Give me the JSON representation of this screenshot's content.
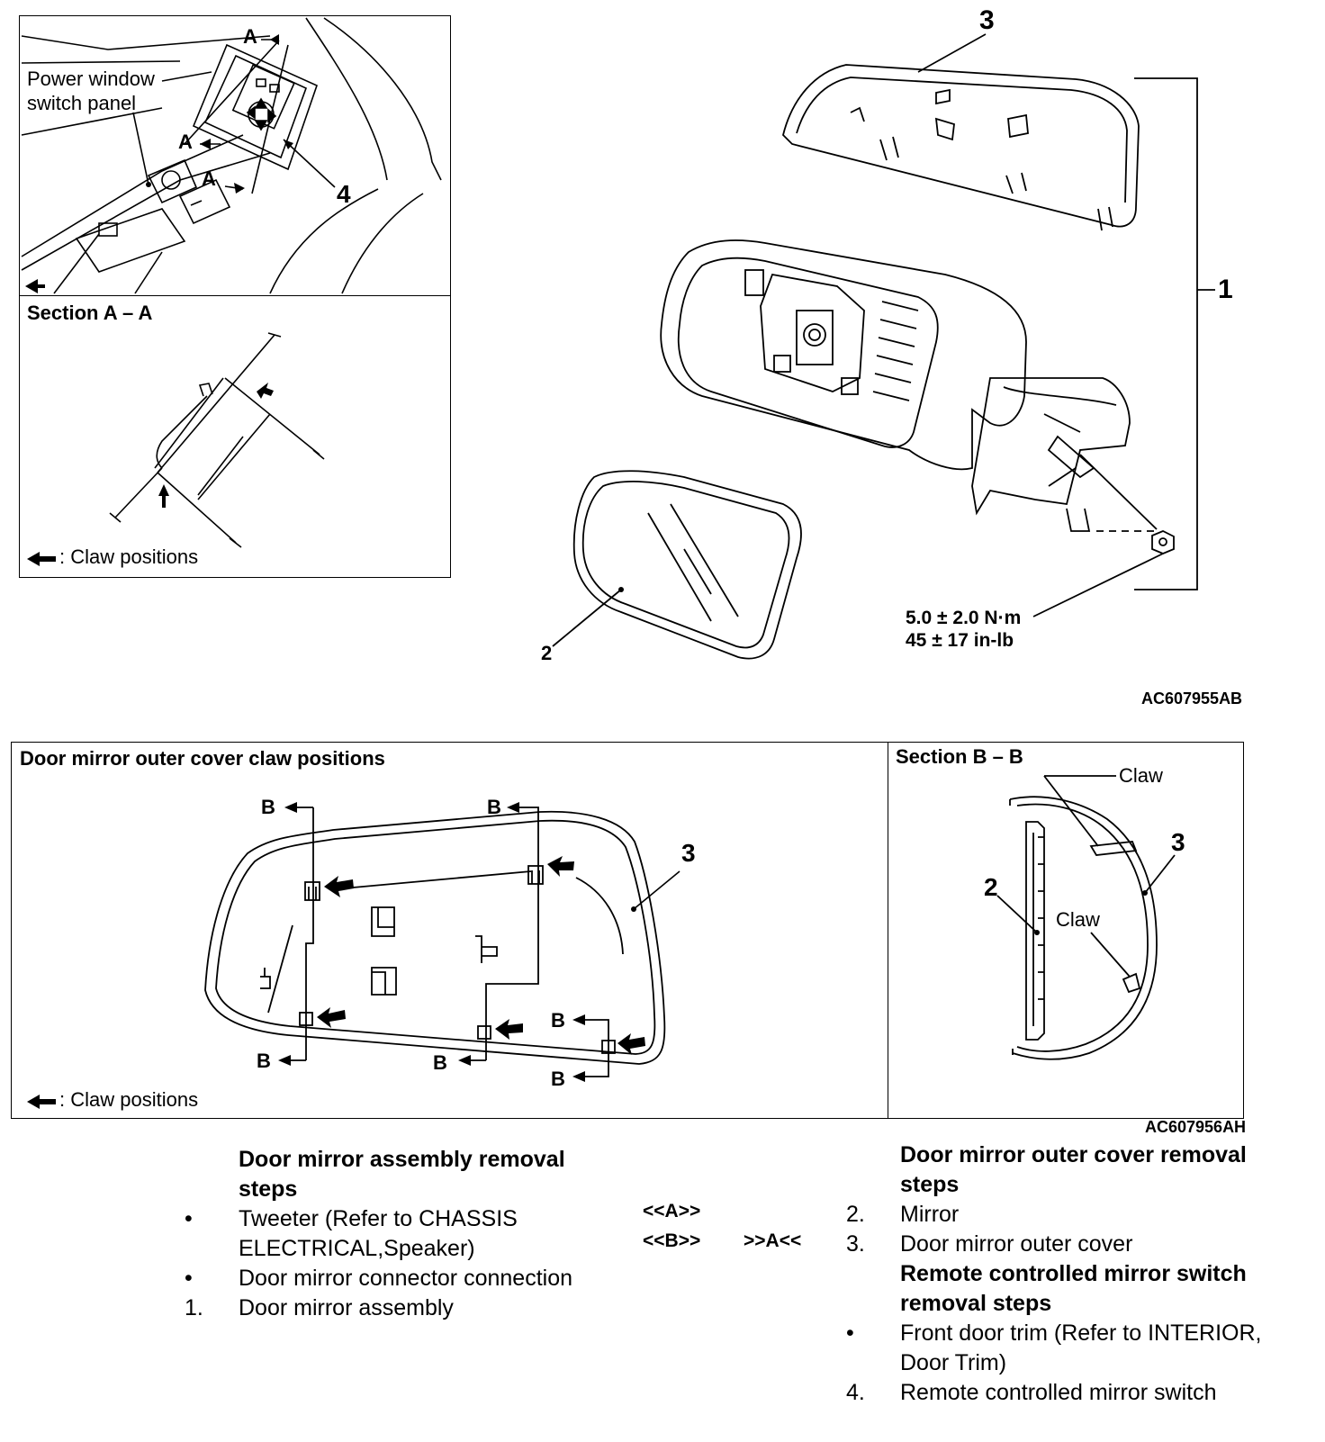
{
  "top_diagram": {
    "inset_switch": {
      "label_power_window": "Power window",
      "label_switch_panel": "switch panel",
      "label_A_top": "A",
      "label_A_mid": "A",
      "label_A_low": "A",
      "label_4": "4"
    },
    "inset_section_aa": {
      "title": "Section A – A",
      "legend": ": Claw positions"
    },
    "exploded": {
      "label_3": "3",
      "label_1": "1",
      "label_2": "2",
      "torque_nm": "5.0 ± 2.0 N·m",
      "torque_inlb": "45 ± 17 in-lb"
    },
    "figure_code": "AC607955AB"
  },
  "bottom_diagram": {
    "claw_panel": {
      "title": "Door mirror outer cover claw positions",
      "b_labels": [
        "B",
        "B",
        "B",
        "B",
        "B",
        "B"
      ],
      "label_3": "3",
      "legend": ": Claw positions"
    },
    "section_bb": {
      "title": "Section B – B",
      "claw_top": "Claw",
      "claw_mid": "Claw",
      "label_2": "2",
      "label_3": "3"
    },
    "figure_code": "AC607956AH"
  },
  "removal_steps": {
    "left": {
      "heading_line1": "Door mirror assembly removal",
      "heading_line2": "steps",
      "items": [
        {
          "mark": "•",
          "text": "Tweeter (Refer to CHASSIS"
        },
        {
          "mark": "",
          "text": " ELECTRICAL,Speaker)"
        },
        {
          "mark": "•",
          "text": "Door mirror connector connection"
        },
        {
          "mark": "1.",
          "text": "Door mirror assembly"
        }
      ]
    },
    "middle": {
      "ref_a": "<<A>>",
      "ref_b": "<<B>>",
      "ref_b_install": ">>A<<"
    },
    "right": {
      "heading_line1": "Door mirror outer cover removal",
      "heading_line2": "steps",
      "items": [
        {
          "mark": "2.",
          "text": "Mirror"
        },
        {
          "mark": "3.",
          "text": "Door mirror outer cover"
        }
      ],
      "heading2_line1": "Remote controlled mirror switch",
      "heading2_line2": "removal steps",
      "items2": [
        {
          "mark": "•",
          "text": "Front door trim (Refer to INTERIOR,"
        },
        {
          "mark": "",
          "text": " Door Trim)"
        },
        {
          "mark": "4.",
          "text": "Remote controlled mirror switch"
        }
      ]
    }
  }
}
